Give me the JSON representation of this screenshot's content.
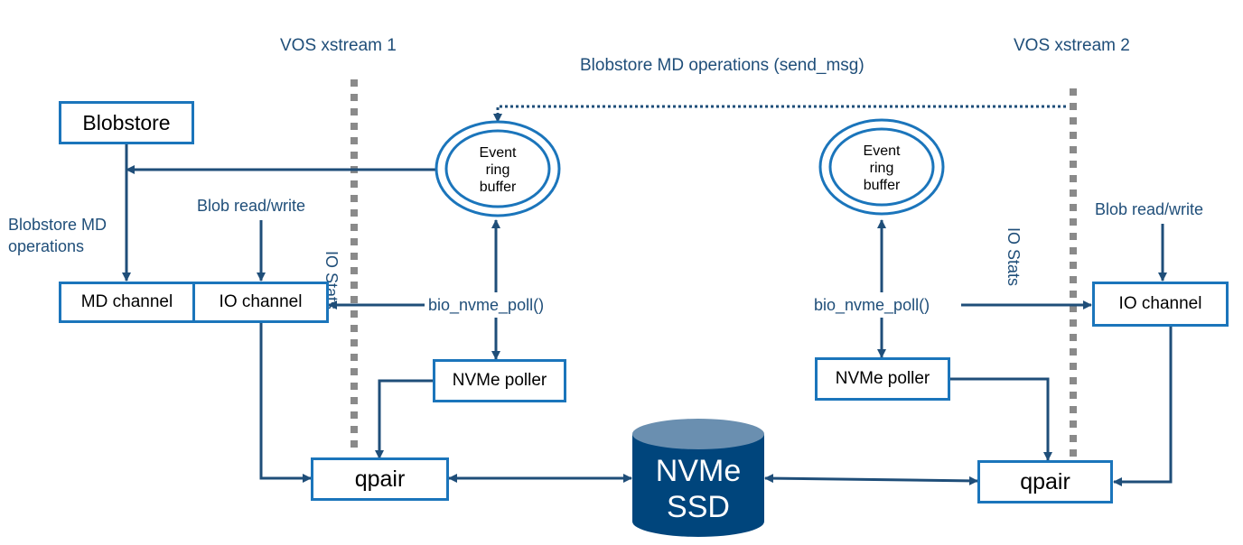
{
  "xstream1": {
    "title": "VOS xstream 1",
    "io_stats": "IO Stats"
  },
  "xstream2": {
    "title": "VOS xstream 2",
    "io_stats": "IO Stats"
  },
  "md_ops_label": "Blobstore MD operations (send_msg)",
  "left": {
    "blobstore": "Blobstore",
    "blobstore_md_ops": [
      "Blobstore MD",
      "operations"
    ],
    "blob_rw": "Blob read/write",
    "md_channel": "MD channel",
    "io_channel": "IO channel",
    "ring": [
      "Event",
      "ring",
      "buffer"
    ],
    "poll": "bio_nvme_poll()",
    "poller": "NVMe poller",
    "qpair": "qpair"
  },
  "right": {
    "blob_rw": "Blob read/write",
    "io_channel": "IO channel",
    "ring": [
      "Event",
      "ring",
      "buffer"
    ],
    "poll": "bio_nvme_poll()",
    "poller": "NVMe poller",
    "qpair": "qpair"
  },
  "ssd": [
    "NVMe",
    "SSD"
  ],
  "colors": {
    "box_border": "#1b75bb",
    "line": "#1f4e79",
    "text": "#1f4e79",
    "ssd_body": "#00457c",
    "ssd_top": "#6a8fb0",
    "divider": "#8a8a8a"
  }
}
